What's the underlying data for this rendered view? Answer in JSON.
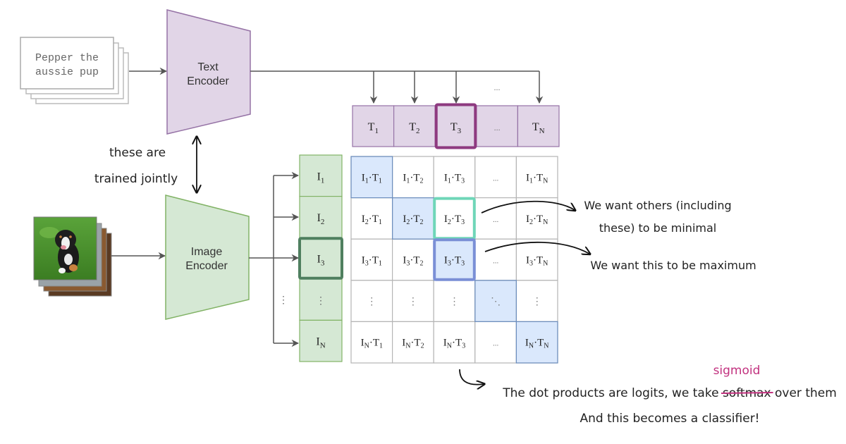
{
  "text_input": {
    "line1": "Pepper the",
    "line2": "aussie pup"
  },
  "text_encoder": {
    "line1": "Text",
    "line2": "Encoder",
    "color_fill": "#e1d5e7",
    "color_stroke": "#9673a6"
  },
  "image_encoder": {
    "line1": "Image",
    "line2": "Encoder",
    "color_fill": "#d5e8d4",
    "color_stroke": "#82b366"
  },
  "image_input": {
    "description": "stack of puppy photos"
  },
  "joint_note": {
    "line1": "these are",
    "line2": "trained jointly"
  },
  "text_embeddings": {
    "ellipsis_above": "...",
    "cells": [
      {
        "base": "T",
        "sub": "1"
      },
      {
        "base": "T",
        "sub": "2"
      },
      {
        "base": "T",
        "sub": "3",
        "highlight": true
      },
      {
        "base": "...",
        "sub": ""
      },
      {
        "base": "T",
        "sub": "N"
      }
    ],
    "highlight_color": "#8e3a80"
  },
  "image_embeddings": {
    "cells": [
      {
        "base": "I",
        "sub": "1"
      },
      {
        "base": "I",
        "sub": "2"
      },
      {
        "base": "I",
        "sub": "3",
        "highlight": true
      },
      {
        "base": "⋮",
        "sub": ""
      },
      {
        "base": "I",
        "sub": "N"
      }
    ],
    "side_ellipsis": "⋮",
    "highlight_color": "#4f7f5f"
  },
  "matrix": {
    "rows": [
      [
        {
          "i": "1",
          "t": "1",
          "diag": true
        },
        {
          "i": "1",
          "t": "2"
        },
        {
          "i": "1",
          "t": "3"
        },
        {
          "ellipsis": "..."
        },
        {
          "i": "1",
          "t": "N"
        }
      ],
      [
        {
          "i": "2",
          "t": "1"
        },
        {
          "i": "2",
          "t": "2",
          "diag": true
        },
        {
          "i": "2",
          "t": "3",
          "mark": "teal"
        },
        {
          "ellipsis": "..."
        },
        {
          "i": "2",
          "t": "N"
        }
      ],
      [
        {
          "i": "3",
          "t": "1"
        },
        {
          "i": "3",
          "t": "2"
        },
        {
          "i": "3",
          "t": "3",
          "diag": true,
          "mark": "blue"
        },
        {
          "ellipsis": "..."
        },
        {
          "i": "3",
          "t": "N"
        }
      ],
      [
        {
          "ellipsis": "⋮"
        },
        {
          "ellipsis": "⋮"
        },
        {
          "ellipsis": "⋮"
        },
        {
          "ellipsis": "⋱",
          "diag": true
        },
        {
          "ellipsis": "⋮"
        }
      ],
      [
        {
          "i": "N",
          "t": "1"
        },
        {
          "i": "N",
          "t": "2"
        },
        {
          "i": "N",
          "t": "3"
        },
        {
          "ellipsis": "..."
        },
        {
          "i": "N",
          "t": "N",
          "diag": true
        }
      ]
    ],
    "diag_color": "#dae8fc",
    "diag_stroke": "#6c8ebf",
    "teal_color": "#6fd6b8",
    "blue_color": "#7a8fd6"
  },
  "annotations": {
    "minimal": {
      "line1": "We want others (including",
      "line2": "these) to be minimal"
    },
    "maximum": "We want this to be maximum",
    "logits": {
      "prefix": "The dot products are logits, we take ",
      "struck": "softmax",
      "suffix": " over them",
      "replacement": "sigmoid",
      "line2": "And this becomes a classifier!",
      "replacement_color": "#c2327f"
    }
  }
}
